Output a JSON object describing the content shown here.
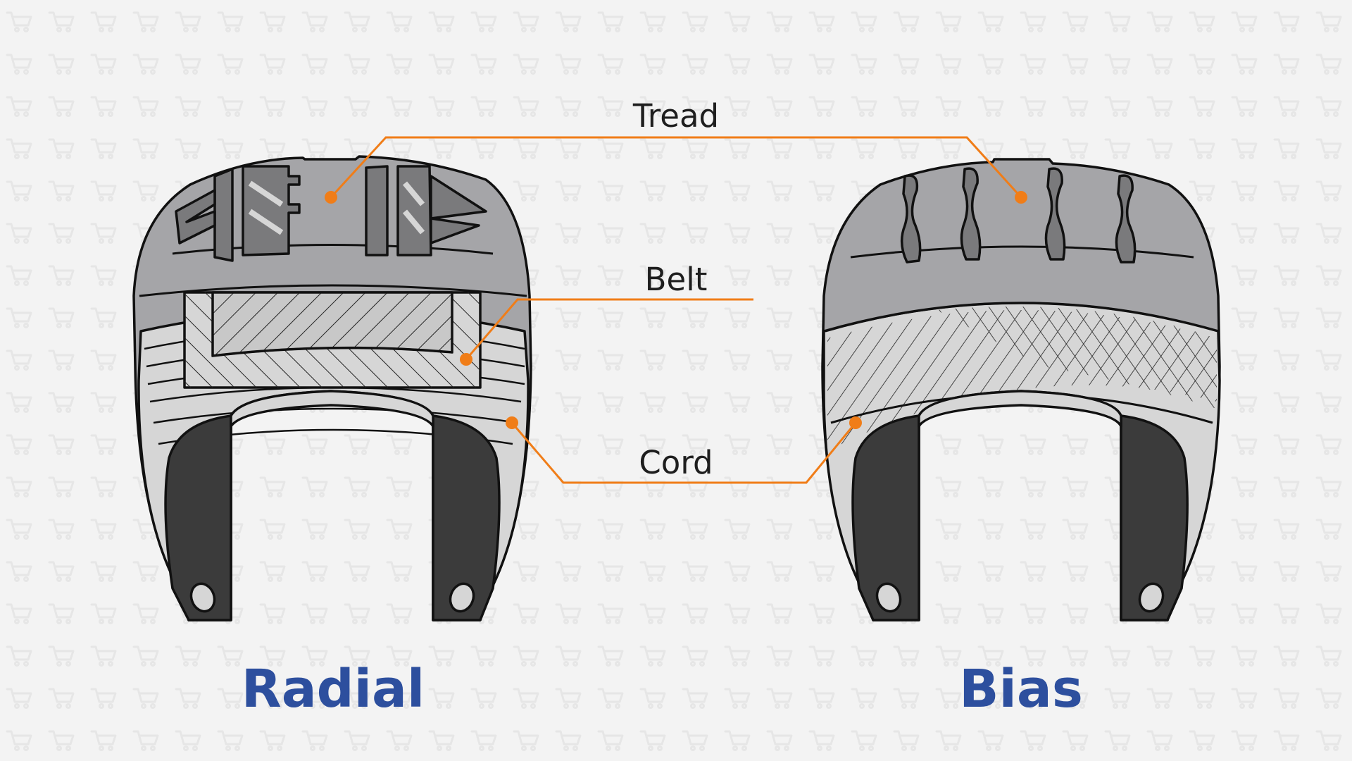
{
  "labels": {
    "tread": "Tread",
    "belt": "Belt",
    "cord": "Cord"
  },
  "tires": {
    "radial": {
      "title": "Radial"
    },
    "bias": {
      "title": "Bias"
    }
  },
  "colors": {
    "background": "#f3f3f3",
    "watermark": "#e8e8e8",
    "accent_orange": "#f07d18",
    "title_blue": "#2d4f9e",
    "tire_dark_gray": "#a5a5a8",
    "tire_light_gray": "#d6d6d6",
    "tread_groove": "#7a7a7c",
    "inner_dark": "#3b3b3b",
    "outline": "#111111"
  },
  "icons": {
    "watermark": "shopping-cart-icon",
    "callout_dot": "orange-dot-marker"
  }
}
